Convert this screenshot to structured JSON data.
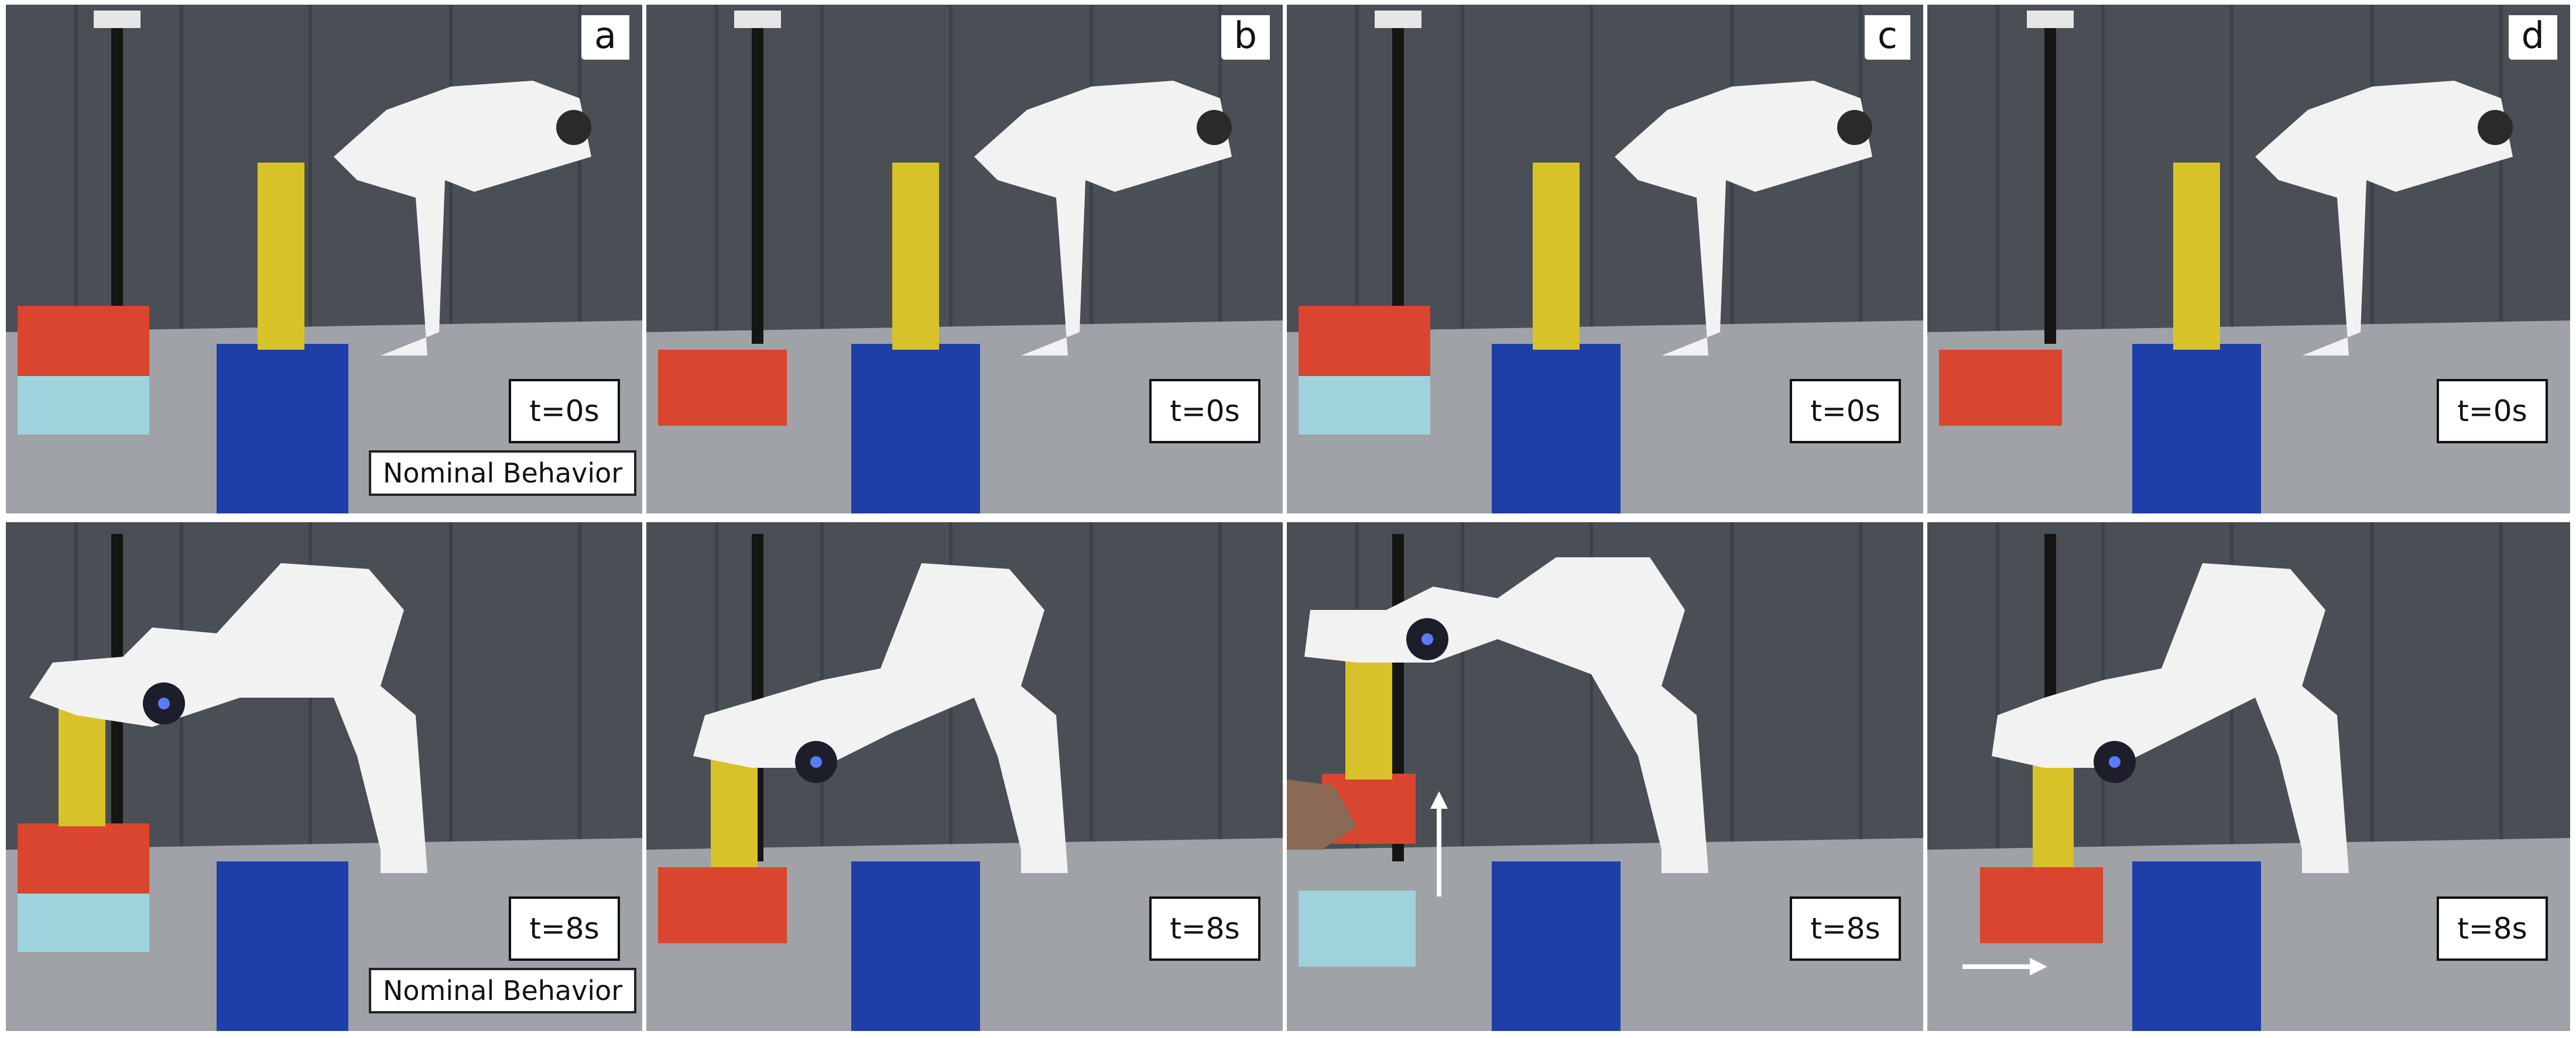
{
  "panels": [
    {
      "row": 0,
      "col": 0,
      "letter": "a",
      "time": "t=0s",
      "note": "Nominal Behavior"
    },
    {
      "row": 0,
      "col": 1,
      "letter": "b",
      "time": "t=0s"
    },
    {
      "row": 0,
      "col": 2,
      "letter": "c",
      "time": "t=0s"
    },
    {
      "row": 0,
      "col": 3,
      "letter": "d",
      "time": "t=0s"
    },
    {
      "row": 1,
      "col": 0,
      "time": "t=8s",
      "note": "Nominal Behavior"
    },
    {
      "row": 1,
      "col": 1,
      "time": "t=8s"
    },
    {
      "row": 1,
      "col": 2,
      "time": "t=8s"
    },
    {
      "row": 1,
      "col": 3,
      "time": "t=8s"
    }
  ],
  "colors": {
    "curtain": "#4a4e55",
    "table": "#9fa2a6",
    "red_block": "#d9452e",
    "light_blue_block": "#9fd3dc",
    "blue_box": "#1e3fa8",
    "can": "#d8c22a",
    "robot": "#f2f2f2"
  },
  "icons": [
    "arrow-up-icon",
    "arrow-right-icon"
  ]
}
